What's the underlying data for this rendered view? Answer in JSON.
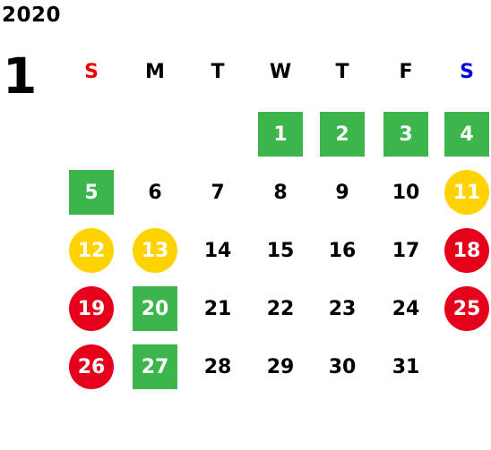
{
  "calendar": {
    "year": "2020",
    "month": "1",
    "colors": {
      "sunday_label": "#ee0000",
      "saturday_label": "#0000dd",
      "green": "#3cb54a",
      "yellow": "#ffd200",
      "red": "#e5001c"
    },
    "weekdays": [
      {
        "label": "S",
        "kind": "sunday"
      },
      {
        "label": "M",
        "kind": "weekday"
      },
      {
        "label": "T",
        "kind": "weekday"
      },
      {
        "label": "W",
        "kind": "weekday"
      },
      {
        "label": "T",
        "kind": "weekday"
      },
      {
        "label": "F",
        "kind": "weekday"
      },
      {
        "label": "S",
        "kind": "saturday"
      }
    ],
    "first_weekday_index": 3,
    "days": [
      {
        "label": "1",
        "style": "green"
      },
      {
        "label": "2",
        "style": "green"
      },
      {
        "label": "3",
        "style": "green"
      },
      {
        "label": "4",
        "style": "green"
      },
      {
        "label": "5",
        "style": "green"
      },
      {
        "label": "6",
        "style": "plain"
      },
      {
        "label": "7",
        "style": "plain"
      },
      {
        "label": "8",
        "style": "plain"
      },
      {
        "label": "9",
        "style": "plain"
      },
      {
        "label": "10",
        "style": "plain"
      },
      {
        "label": "11",
        "style": "yellow"
      },
      {
        "label": "12",
        "style": "yellow"
      },
      {
        "label": "13",
        "style": "yellow"
      },
      {
        "label": "14",
        "style": "plain"
      },
      {
        "label": "15",
        "style": "plain"
      },
      {
        "label": "16",
        "style": "plain"
      },
      {
        "label": "17",
        "style": "plain"
      },
      {
        "label": "18",
        "style": "red"
      },
      {
        "label": "19",
        "style": "red"
      },
      {
        "label": "20",
        "style": "green"
      },
      {
        "label": "21",
        "style": "plain"
      },
      {
        "label": "22",
        "style": "plain"
      },
      {
        "label": "23",
        "style": "plain"
      },
      {
        "label": "24",
        "style": "plain"
      },
      {
        "label": "25",
        "style": "red"
      },
      {
        "label": "26",
        "style": "red"
      },
      {
        "label": "27",
        "style": "green"
      },
      {
        "label": "28",
        "style": "plain"
      },
      {
        "label": "29",
        "style": "plain"
      },
      {
        "label": "30",
        "style": "plain"
      },
      {
        "label": "31",
        "style": "plain"
      }
    ]
  }
}
